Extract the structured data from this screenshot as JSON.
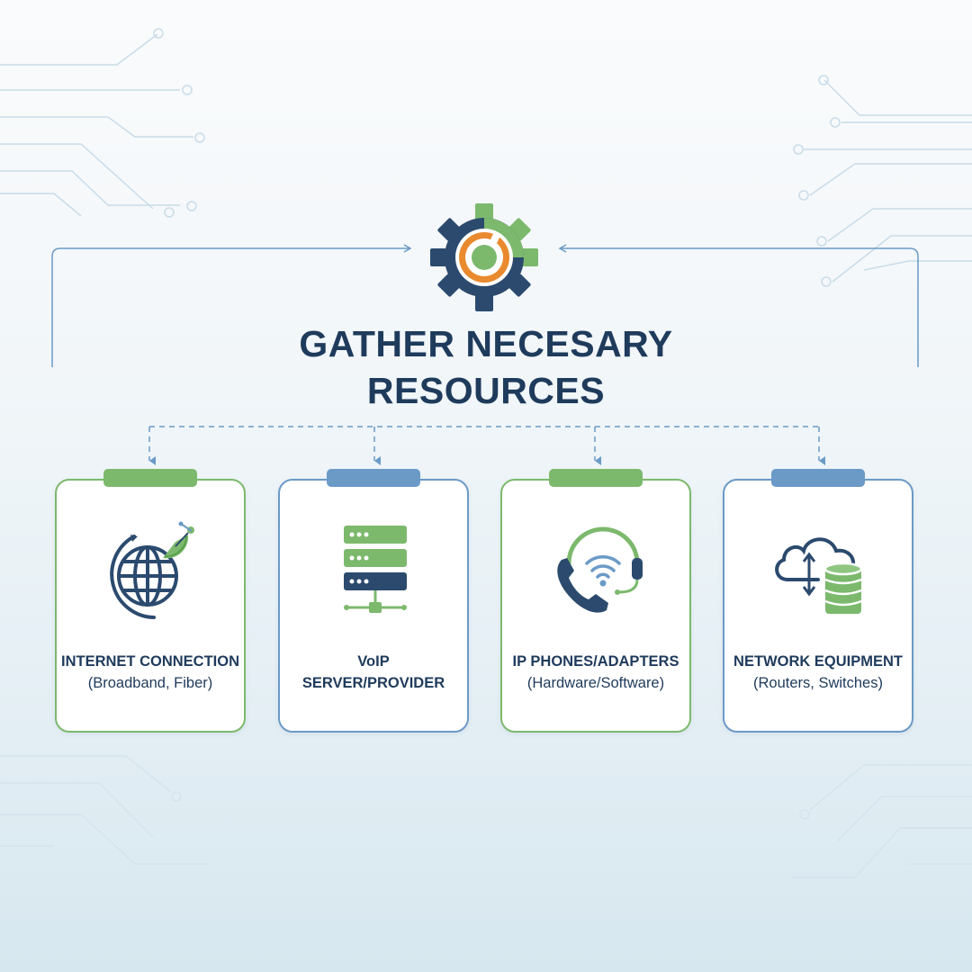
{
  "title": {
    "line1": "GATHER NECESARY",
    "line2": "RESOURCES"
  },
  "colors": {
    "navy": "#1f3b5c",
    "green": "#7cb96d",
    "blue": "#6b9ac7",
    "orange": "#e98a2f"
  },
  "hub": {
    "icon": "gear-icon"
  },
  "cards": [
    {
      "title": "INTERNET CONNECTION",
      "subtitle": "(Broadband, Fiber)",
      "accent": "green",
      "icon": "globe-satellite-icon"
    },
    {
      "title": "VoIP",
      "subtitle": "SERVER/PROVIDER",
      "accent": "blue",
      "icon": "server-icon"
    },
    {
      "title": "IP PHONES/ADAPTERS",
      "subtitle": "(Hardware/Software)",
      "accent": "green",
      "icon": "phone-headset-icon"
    },
    {
      "title": "NETWORK EQUIPMENT",
      "subtitle": "(Routers, Switches)",
      "accent": "blue",
      "icon": "cloud-database-icon"
    }
  ]
}
